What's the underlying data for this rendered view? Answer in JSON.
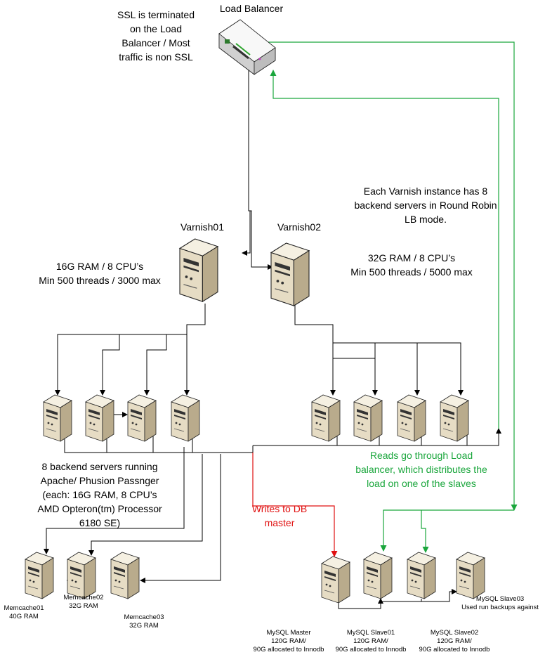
{
  "labels": {
    "load_balancer": "Load Balancer",
    "ssl_note": [
      "SSL is terminated",
      "on the Load",
      "Balancer / Most",
      "traffic is non SSL"
    ],
    "varnish01": "Varnish01",
    "varnish02": "Varnish02",
    "varnish01_spec": [
      "16G RAM / 8 CPU’s",
      "Min 500 threads / 3000 max"
    ],
    "varnish02_spec": [
      "32G RAM / 8 CPU’s",
      "Min 500 threads / 5000 max"
    ],
    "round_robin_note": [
      "Each Varnish instance has 8",
      "backend servers in Round Robin",
      "LB mode."
    ],
    "backend_note": [
      "8 backend servers running",
      "Apache/ Phusion Passnger",
      "(each: 16G RAM, 8 CPU’s",
      "AMD Opteron(tm) Processor",
      "6180 SE)"
    ],
    "reads_note": [
      "Reads go through Load",
      "balancer, which distributes the",
      "load on one of the slaves"
    ],
    "writes_note": [
      "Writes to DB",
      "master"
    ],
    "memcache": [
      [
        "Memcache01",
        "40G RAM"
      ],
      [
        "Memcache02",
        "32G RAM"
      ],
      [
        "Memcache03",
        "32G RAM"
      ]
    ],
    "mysql": [
      [
        "MySQL Master",
        "120G RAM/",
        "90G allocated to Innodb"
      ],
      [
        "MySQL Slave01",
        "120G RAM/",
        "90G allocated to Innodb"
      ],
      [
        "MySQL Slave02",
        "120G RAM/",
        "90G allocated to Innodb"
      ],
      [
        "MySQL Slave03",
        "Used run backups against"
      ]
    ]
  },
  "colors": {
    "reads": "#1aa63c",
    "writes": "#e01010",
    "server": "#e6dcc4"
  },
  "icons": {
    "load_balancer": "network-device-icon",
    "server": "tower-server-icon"
  }
}
